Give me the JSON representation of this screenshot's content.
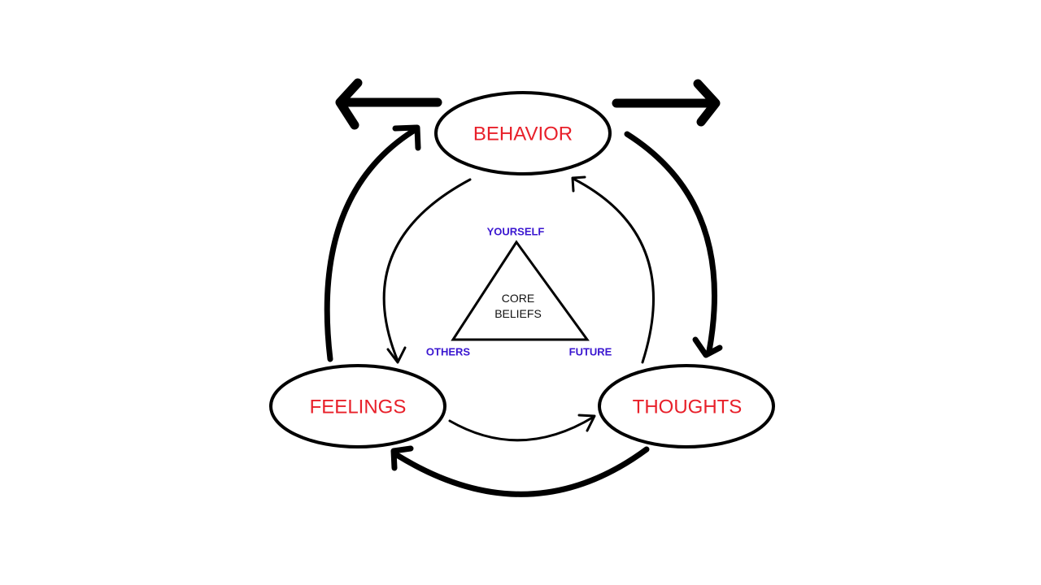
{
  "diagram": {
    "nodes": {
      "behavior": "BEHAVIOR",
      "feelings": "FEELINGS",
      "thoughts": "THOUGHTS"
    },
    "core": {
      "line1": "CORE",
      "line2": "BELIEFS"
    },
    "triangle_vertices": {
      "top": "YOURSELF",
      "left": "OTHERS",
      "right": "FUTURE"
    },
    "colors": {
      "node_text": "#e8202a",
      "vertex_text": "#3a16d0",
      "stroke": "#000000"
    },
    "edges": [
      {
        "from": "BEHAVIOR",
        "to": "THOUGHTS",
        "style": "thick"
      },
      {
        "from": "THOUGHTS",
        "to": "FEELINGS",
        "style": "thick"
      },
      {
        "from": "FEELINGS",
        "to": "BEHAVIOR",
        "style": "thick"
      },
      {
        "from": "BEHAVIOR",
        "to": "FEELINGS",
        "style": "thin"
      },
      {
        "from": "FEELINGS",
        "to": "THOUGHTS",
        "style": "thin"
      },
      {
        "from": "THOUGHTS",
        "to": "BEHAVIOR",
        "style": "thin"
      },
      {
        "from": "BEHAVIOR",
        "to": "left",
        "style": "bold"
      },
      {
        "from": "BEHAVIOR",
        "to": "right",
        "style": "bold"
      }
    ]
  }
}
